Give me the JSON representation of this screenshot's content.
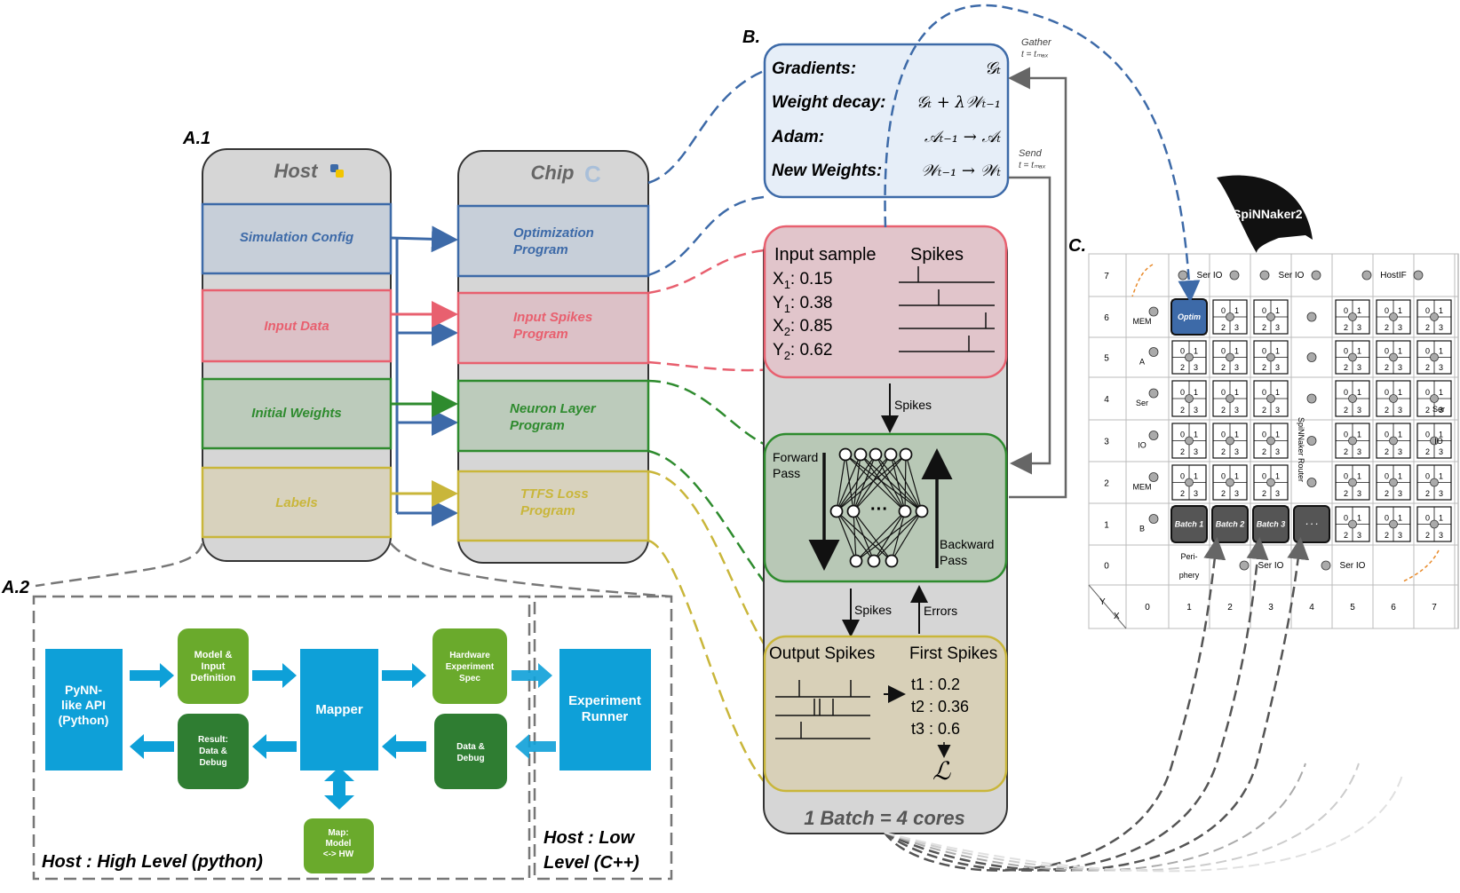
{
  "panel_labels": {
    "a1": "A.1",
    "a2": "A.2",
    "b": "B.",
    "c": "C."
  },
  "host": {
    "title": "Host",
    "rows": [
      "Simulation Config",
      "Input Data",
      "Initial Weights",
      "Labels"
    ],
    "icon": "python-icon"
  },
  "chip": {
    "title": "Chip",
    "rows": [
      [
        "Optimization",
        "Program"
      ],
      [
        "Input Spikes",
        "Program"
      ],
      [
        "Neuron Layer",
        "Program"
      ],
      [
        "TTFS Loss",
        "Program"
      ]
    ],
    "icon": "c-language-icon"
  },
  "colors": {
    "blue": "#3d6aa8",
    "red": "#e8606f",
    "green": "#2e8b2e",
    "yellow": "#c9b63a",
    "flow_blue": "#0ea0d8",
    "box_green": "#6aaa2c",
    "box_dark_green": "#2f7d32"
  },
  "optimizer": {
    "rows": [
      {
        "label": "Gradients:",
        "formula": "𝒢ₜ"
      },
      {
        "label": "Weight decay:",
        "formula": "𝒢ₜ + λ𝒲ₜ₋₁"
      },
      {
        "label": "Adam:",
        "formula": "𝒜ₜ₋₁ → 𝒜ₜ"
      },
      {
        "label": "New Weights:",
        "formula": "𝒲ₜ₋₁ → 𝒲ₜ"
      }
    ],
    "gather": "Gather",
    "gather_sub": "t = tₘₐₓ",
    "send": "Send",
    "send_sub": "t = tₘₐₓ"
  },
  "batch": {
    "input_title": "Input sample",
    "spikes_title": "Spikes",
    "inputs": [
      {
        "name": "X",
        "sub": "1",
        "value": ": 0.15"
      },
      {
        "name": "Y",
        "sub": "1",
        "value": ": 0.38"
      },
      {
        "name": "X",
        "sub": "2",
        "value": ": 0.85"
      },
      {
        "name": "Y",
        "sub": "2",
        "value": ": 0.62"
      }
    ],
    "spikes_label": "Spikes",
    "forward_1": "Forward",
    "forward_2": "Pass",
    "backward_1": "Backward",
    "backward_2": "Pass",
    "spikes_down": "Spikes",
    "errors_up": "Errors",
    "output_title": "Output Spikes",
    "first_title": "First Spikes",
    "first_spikes": [
      "t1 : 0.2",
      "t2 : 0.36",
      "t3 : 0.6"
    ],
    "loss": "ℒ",
    "footer": "1 Batch = 4 cores"
  },
  "flow": {
    "pynn": [
      "PyNN-",
      "like API",
      "(Python)"
    ],
    "model_def": [
      "Model  &",
      "Input",
      "Definition"
    ],
    "mapper": "Mapper",
    "hw_spec": [
      "Hardware",
      "Experiment",
      "Spec"
    ],
    "runner": [
      "Experiment",
      "Runner"
    ],
    "result": [
      "Result:",
      "Data &",
      "Debug"
    ],
    "data_debug": [
      "Data &",
      "Debug"
    ],
    "map": [
      "Map:",
      "Model",
      "<-> HW"
    ],
    "high_level": "Host : High Level (python)",
    "low_level_1": "Host : Low",
    "low_level_2": "Level (C++)"
  },
  "spinnaker": {
    "logo": "SpiNNaker2",
    "rows_y": [
      "7",
      "6",
      "5",
      "4",
      "3",
      "2",
      "1",
      "0"
    ],
    "cols_x": [
      "0",
      "1",
      "2",
      "3",
      "4",
      "5",
      "6",
      "7"
    ],
    "corner_y": "Y",
    "corner_x": "X",
    "top_labels": [
      "Ser IO",
      "Ser IO",
      "HostIF"
    ],
    "bottom_labels": [
      "Ser IO",
      "Ser IO"
    ],
    "periphery": [
      "Peri-",
      "phery"
    ],
    "left_labels": [
      "MEM",
      "A",
      "Ser",
      "IO",
      "MEM",
      "B"
    ],
    "right_labels": [
      "Ser",
      "IO"
    ],
    "router": "SpiNNaker Router",
    "optim": "Optim",
    "batches": [
      "Batch 1",
      "Batch 2",
      "Batch 3",
      "· · ·"
    ],
    "qpe": [
      "0",
      "1",
      "2",
      "3"
    ]
  }
}
